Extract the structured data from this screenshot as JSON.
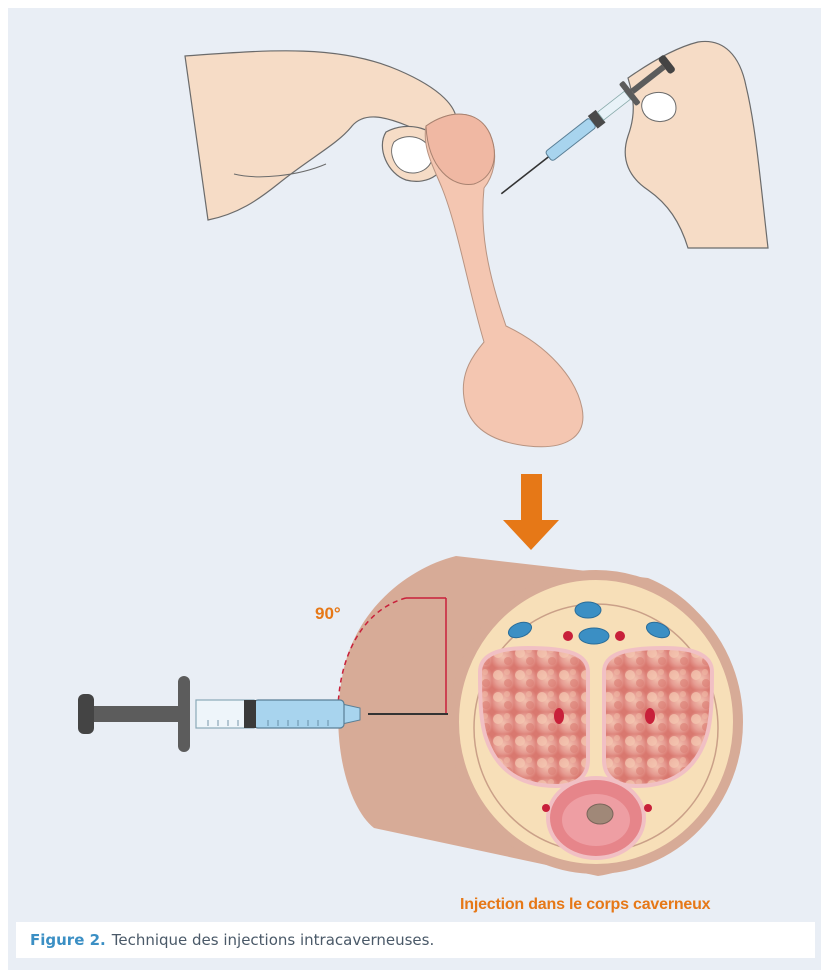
{
  "figure": {
    "angle_label": "90°",
    "injection_caption": "Injection dans le corps caverneux",
    "caption_label": "Figure 2.",
    "caption_text": "Technique des injections intracaverneuses."
  },
  "colors": {
    "background": "#e9eef5",
    "skin": "#f4c6b1",
    "hand": "#f6dcc6",
    "arrow": "#e67817",
    "shaft": "#d7ab97",
    "tissue": "#f7dfb8",
    "cavernosa": "#e8a39a",
    "vessel_blue": "#3b8fc4",
    "artery_red": "#c8203a",
    "syringe_fluid": "#a8d4ee",
    "plunger": "#5c5c5c"
  }
}
